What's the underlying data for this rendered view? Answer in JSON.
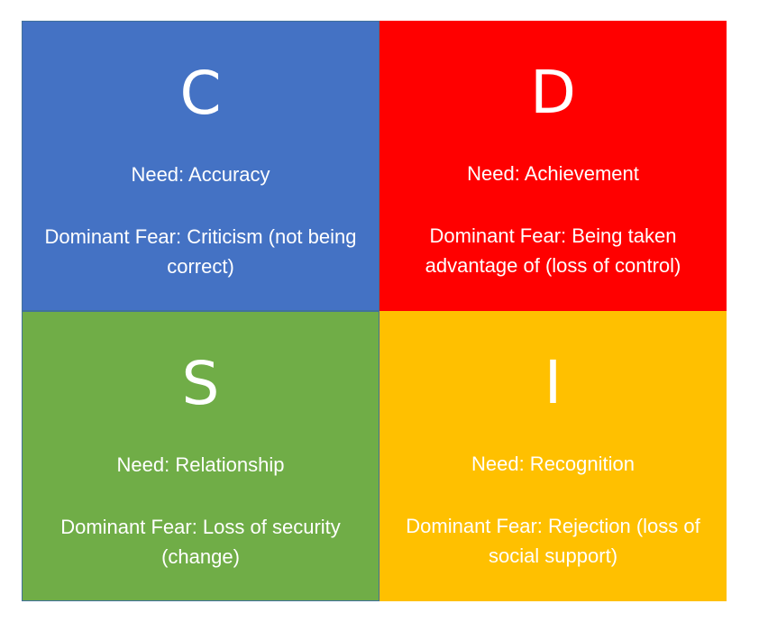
{
  "quadrants": {
    "c": {
      "letter": "C",
      "need": "Need: Accuracy",
      "fear": "Dominant Fear: Criticism (not being correct)",
      "color": "#4472c4"
    },
    "d": {
      "letter": "D",
      "need": "Need: Achievement",
      "fear": "Dominant Fear: Being taken advantage of (loss of control)",
      "color": "#ff0000"
    },
    "s": {
      "letter": "S",
      "need": "Need: Relationship",
      "fear": "Dominant Fear: Loss of security (change)",
      "color": "#70ad47"
    },
    "i": {
      "letter": "I",
      "need": "Need: Recognition",
      "fear": "Dominant Fear: Rejection (loss of social support)",
      "color": "#ffc000"
    }
  }
}
